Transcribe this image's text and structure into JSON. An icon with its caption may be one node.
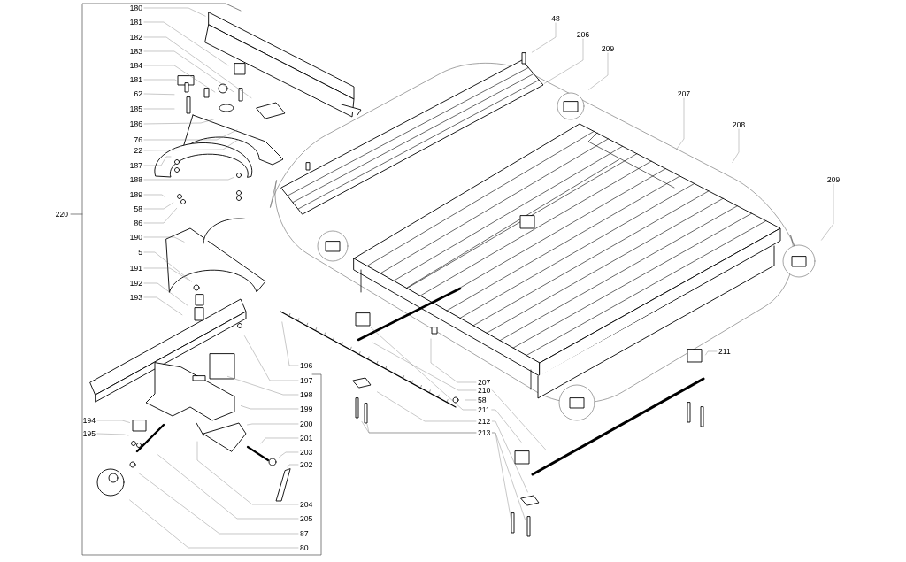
{
  "diagram": {
    "nodes": [
      {
        "text": [
          "180"
        ]
      },
      {
        "text": [
          "181"
        ]
      },
      {
        "text": [
          "182"
        ]
      },
      {
        "text": [
          "183"
        ]
      },
      {
        "text": [
          "184"
        ]
      },
      {
        "text": [
          "181"
        ]
      },
      {
        "text": [
          "62"
        ]
      },
      {
        "text": [
          "185"
        ]
      },
      {
        "text": [
          "186"
        ]
      },
      {
        "text": [
          "76"
        ]
      },
      {
        "text": [
          "22"
        ]
      },
      {
        "text": [
          "187"
        ]
      },
      {
        "text": [
          "188"
        ]
      },
      {
        "text": [
          "189"
        ]
      },
      {
        "text": [
          "58"
        ]
      },
      {
        "text": [
          "86"
        ]
      },
      {
        "text": [
          "190"
        ]
      },
      {
        "text": [
          "5"
        ]
      },
      {
        "text": [
          "191"
        ]
      },
      {
        "text": [
          "192"
        ]
      },
      {
        "text": [
          "193"
        ]
      },
      {
        "text": [
          "194"
        ]
      },
      {
        "text": [
          "195"
        ]
      },
      {
        "text": [
          "196"
        ]
      },
      {
        "text": [
          "197"
        ]
      },
      {
        "text": [
          "198"
        ]
      },
      {
        "text": [
          "199"
        ]
      },
      {
        "text": [
          "200"
        ]
      },
      {
        "text": [
          "201"
        ]
      },
      {
        "text": [
          "203"
        ]
      },
      {
        "text": [
          "202"
        ]
      },
      {
        "text": [
          "204"
        ]
      },
      {
        "text": [
          "205"
        ]
      },
      {
        "text": [
          "87"
        ]
      },
      {
        "text": [
          "80"
        ]
      },
      {
        "text": [
          "48"
        ]
      },
      {
        "text": [
          "206"
        ]
      },
      {
        "text": [
          "209"
        ]
      },
      {
        "text": [
          "207"
        ]
      },
      {
        "text": [
          "208"
        ]
      },
      {
        "text": [
          "209"
        ]
      },
      {
        "text": [
          "211"
        ]
      },
      {
        "text": [
          "207"
        ]
      },
      {
        "text": [
          "210"
        ]
      },
      {
        "text": [
          "58"
        ]
      },
      {
        "text": [
          "211"
        ]
      },
      {
        "text": [
          "212"
        ]
      },
      {
        "text": [
          "213"
        ]
      }
    ],
    "edges": [
      {
        "from": 0,
        "to": null,
        "arrow": "none"
      },
      {
        "from": 1,
        "to": null,
        "arrow": "none"
      },
      {
        "from": 2,
        "to": null,
        "arrow": "none"
      },
      {
        "from": 3,
        "to": null,
        "arrow": "none"
      },
      {
        "from": 4,
        "to": null,
        "arrow": "none"
      },
      {
        "from": 5,
        "to": null,
        "arrow": "none"
      },
      {
        "from": 6,
        "to": null,
        "arrow": "none"
      },
      {
        "from": 7,
        "to": null,
        "arrow": "none"
      },
      {
        "from": 8,
        "to": null,
        "arrow": "none"
      },
      {
        "from": 9,
        "to": null,
        "arrow": "none"
      },
      {
        "from": 10,
        "to": null,
        "arrow": "none"
      },
      {
        "from": 11,
        "to": null,
        "arrow": "none"
      },
      {
        "from": 12,
        "to": null,
        "arrow": "none"
      },
      {
        "from": 13,
        "to": null,
        "arrow": "none"
      },
      {
        "from": 14,
        "to": null,
        "arrow": "none"
      },
      {
        "from": 15,
        "to": null,
        "arrow": "none"
      },
      {
        "from": 16,
        "to": null,
        "arrow": "none"
      },
      {
        "from": 17,
        "to": null,
        "arrow": "none"
      },
      {
        "from": 18,
        "to": null,
        "arrow": "none"
      },
      {
        "from": 19,
        "to": null,
        "arrow": "none"
      },
      {
        "from": 20,
        "to": null,
        "arrow": "none"
      },
      {
        "from": 21,
        "to": null,
        "arrow": "none"
      },
      {
        "from": 22,
        "to": null,
        "arrow": "none"
      },
      {
        "from": 23,
        "to": null,
        "arrow": "none"
      },
      {
        "from": 24,
        "to": null,
        "arrow": "none"
      },
      {
        "from": 25,
        "to": null,
        "arrow": "none"
      },
      {
        "from": 26,
        "to": null,
        "arrow": "none"
      },
      {
        "from": 27,
        "to": null,
        "arrow": "none"
      },
      {
        "from": 28,
        "to": null,
        "arrow": "none"
      },
      {
        "from": 29,
        "to": null,
        "arrow": "none"
      },
      {
        "from": 30,
        "to": null,
        "arrow": "none"
      },
      {
        "from": 31,
        "to": null,
        "arrow": "none"
      },
      {
        "from": 32,
        "to": null,
        "arrow": "none"
      },
      {
        "from": 33,
        "to": null,
        "arrow": "none"
      },
      {
        "from": 34,
        "to": null,
        "arrow": "none"
      },
      {
        "from": 35,
        "to": null,
        "arrow": "none"
      },
      {
        "from": 36,
        "to": null,
        "arrow": "none"
      },
      {
        "from": 37,
        "to": null,
        "arrow": "none"
      },
      {
        "from": 38,
        "to": null,
        "arrow": "none"
      },
      {
        "from": 39,
        "to": null,
        "arrow": "none"
      },
      {
        "from": 40,
        "to": null,
        "arrow": "none"
      },
      {
        "from": 41,
        "to": null,
        "arrow": "none"
      },
      {
        "from": 42,
        "to": null,
        "arrow": "none"
      },
      {
        "from": 43,
        "to": null,
        "arrow": "none"
      },
      {
        "from": 43,
        "to": null,
        "arrow": "none"
      },
      {
        "from": 44,
        "to": null,
        "arrow": "none"
      },
      {
        "from": 45,
        "to": null,
        "arrow": "none"
      },
      {
        "from": 45,
        "to": null,
        "arrow": "none"
      },
      {
        "from": 46,
        "to": null,
        "arrow": "none"
      },
      {
        "from": 46,
        "to": null,
        "arrow": "none"
      },
      {
        "from": 47,
        "to": null,
        "arrow": "none"
      },
      {
        "from": 47,
        "to": null,
        "arrow": "none"
      },
      {
        "from": 47,
        "to": null,
        "arrow": "none"
      },
      {
        "from": 47,
        "to": null,
        "arrow": "none"
      }
    ],
    "labels": [
      "220"
    ]
  }
}
